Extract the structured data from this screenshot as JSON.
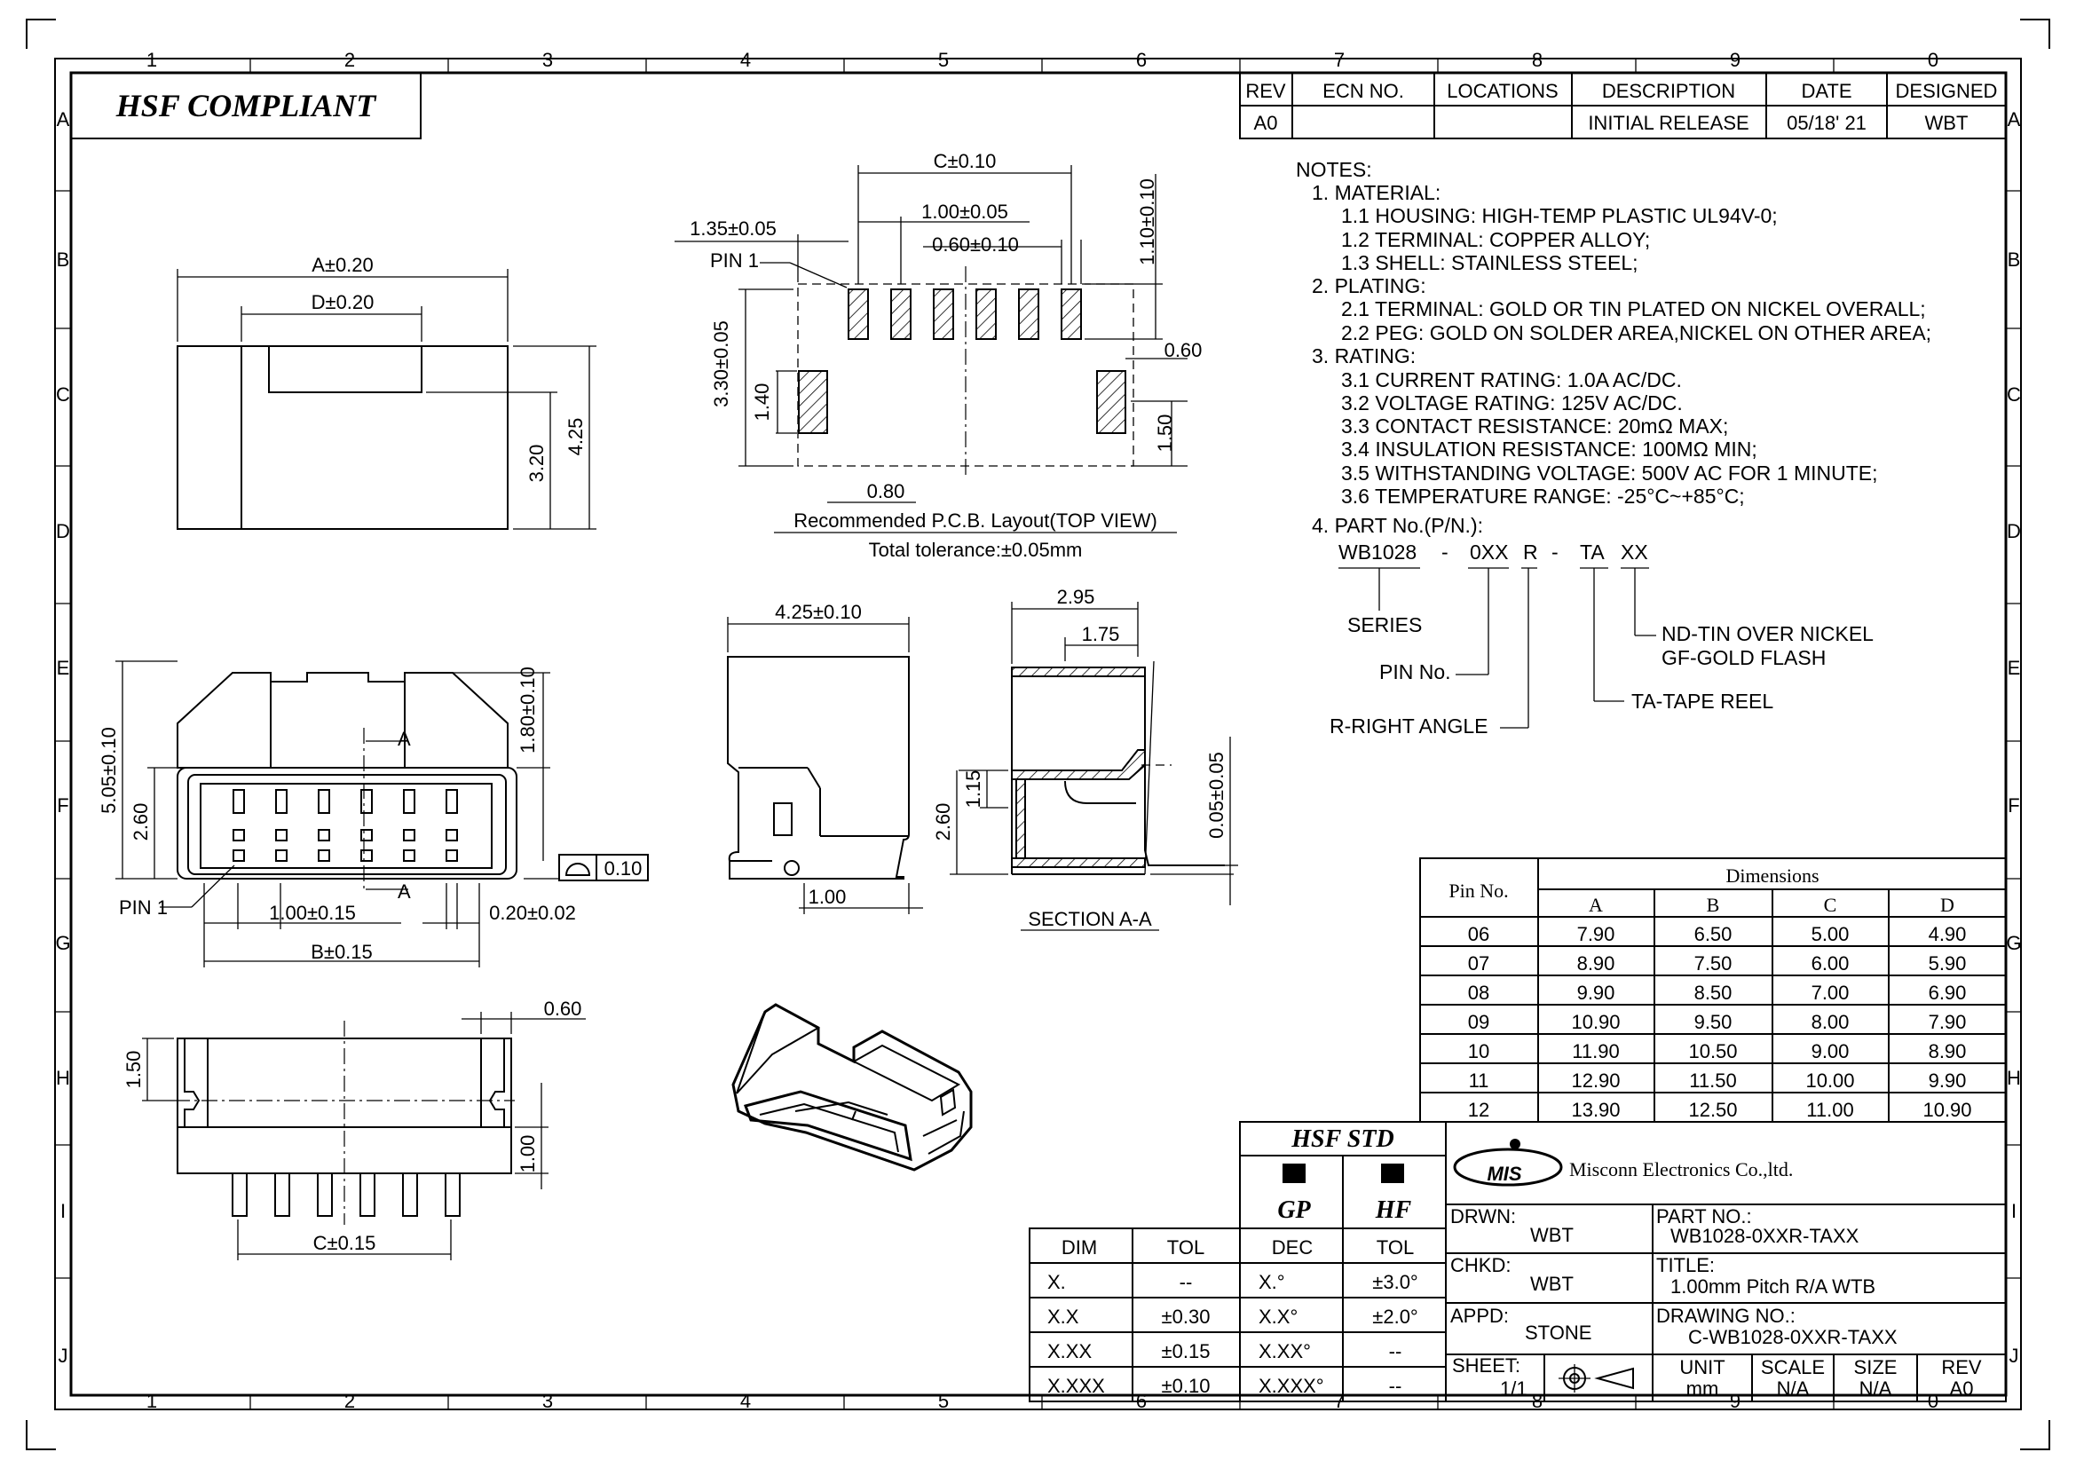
{
  "border": {
    "columns": [
      "1",
      "2",
      "3",
      "4",
      "5",
      "6",
      "7",
      "8",
      "9",
      "0"
    ],
    "rows": [
      "A",
      "B",
      "C",
      "D",
      "E",
      "F",
      "G",
      "H",
      "I",
      "J"
    ]
  },
  "badge": "HSF COMPLIANT",
  "revision_table": {
    "headers": [
      "REV",
      "ECN NO.",
      "LOCATIONS",
      "DESCRIPTION",
      "DATE",
      "DESIGNED"
    ],
    "rows": [
      [
        "A0",
        "",
        "",
        "INITIAL RELEASE",
        "05/18' 21",
        "WBT"
      ]
    ]
  },
  "notes": {
    "title": "NOTES:",
    "lines": [
      "1. MATERIAL:",
      "1.1 HOUSING: HIGH-TEMP PLASTIC UL94V-0;",
      "1.2 TERMINAL: COPPER ALLOY;",
      "1.3 SHELL: STAINLESS STEEL;",
      "2. PLATING:",
      "2.1 TERMINAL: GOLD OR TIN PLATED ON NICKEL OVERALL;",
      "2.2 PEG: GOLD ON SOLDER AREA,NICKEL ON OTHER AREA;",
      "3. RATING:",
      "3.1 CURRENT RATING: 1.0A AC/DC.",
      "3.2 VOLTAGE RATING: 125V AC/DC.",
      "3.3 CONTACT RESISTANCE: 20mΩ MAX;",
      "3.4 INSULATION RESISTANCE: 100MΩ MIN;",
      "3.5 WITHSTANDING VOLTAGE: 500V AC FOR 1 MINUTE;",
      "3.6 TEMPERATURE RANGE: -25°C~+85°C;",
      "4. PART No.(P/N.):"
    ]
  },
  "part_code": {
    "series": "WB1028",
    "dash1": "-",
    "pins": "0XX",
    "angle": "R",
    "dash2": "-",
    "pack": "TA",
    "plating": "XX",
    "labels": {
      "series": "SERIES",
      "pins": "PIN No.",
      "angle": "R-RIGHT ANGLE",
      "pack": "TA-TAPE REEL",
      "plating1": "ND-TIN OVER NICKEL",
      "plating2": "GF-GOLD FLASH"
    }
  },
  "dims": {
    "top_a": "A±0.20",
    "top_d": "D±0.20",
    "top_320": "3.20",
    "top_425": "4.25",
    "pcb_c": "C±0.10",
    "pcb_100": "1.00±0.05",
    "pcb_060": "0.60±0.10",
    "pcb_135": "1.35±0.05",
    "pcb_pin1": "PIN 1",
    "pcb_110": "1.10±0.10",
    "pcb_330": "3.30±0.05",
    "pcb_140": "1.40",
    "pcb_060b": "0.60",
    "pcb_150": "1.50",
    "pcb_080": "0.80",
    "pcb_title": "Recommended P.C.B. Layout(TOP VIEW)",
    "pcb_tol": "Total tolerance:±0.05mm",
    "front_505": "5.05±0.10",
    "front_260": "2.60",
    "front_180": "1.80±0.10",
    "front_a1": "A",
    "front_a2": "A",
    "front_pin1": "PIN 1",
    "front_100": "1.00±0.15",
    "front_020": "0.20±0.02",
    "front_b": "B±0.15",
    "flat_tol": "0.10",
    "side_425": "4.25±0.10",
    "side_100": "1.00",
    "sec_295": "2.95",
    "sec_175": "1.75",
    "sec_260": "2.60",
    "sec_115": "1.15",
    "sec_005": "0.05±0.05",
    "sec_title": "SECTION A-A",
    "bot_060": "0.60",
    "bot_150": "1.50",
    "bot_100": "1.00",
    "bot_c": "C±0.15"
  },
  "dim_table": {
    "pin_header": "Pin No.",
    "group_header": "Dimensions",
    "cols": [
      "A",
      "B",
      "C",
      "D"
    ],
    "rows": [
      [
        "06",
        "7.90",
        "6.50",
        "5.00",
        "4.90"
      ],
      [
        "07",
        "8.90",
        "7.50",
        "6.00",
        "5.90"
      ],
      [
        "08",
        "9.90",
        "8.50",
        "7.00",
        "6.90"
      ],
      [
        "09",
        "10.90",
        "9.50",
        "8.00",
        "7.90"
      ],
      [
        "10",
        "11.90",
        "10.50",
        "9.00",
        "8.90"
      ],
      [
        "11",
        "12.90",
        "11.50",
        "10.00",
        "9.90"
      ],
      [
        "12",
        "13.90",
        "12.50",
        "11.00",
        "10.90"
      ]
    ]
  },
  "tolerance_table": {
    "headers": [
      "DIM",
      "TOL",
      "DEC",
      "TOL"
    ],
    "rows": [
      [
        "X.",
        "--",
        "X.°",
        "±3.0°"
      ],
      [
        "X.X",
        "±0.30",
        "X.X°",
        "±2.0°"
      ],
      [
        "X.XX",
        "±0.15",
        "X.XX°",
        "--"
      ],
      [
        "X.XXX",
        "±0.10",
        "X.XXX°",
        "--"
      ]
    ]
  },
  "hsf_std": {
    "title": "HSF STD",
    "gp": "GP",
    "hf": "HF"
  },
  "title_block": {
    "logo": "MIS",
    "company": "Misconn Electronics Co.,ltd.",
    "drwn_label": "DRWN:",
    "drwn": "WBT",
    "chkd_label": "CHKD:",
    "chkd": "WBT",
    "appd_label": "APPD:",
    "appd": "STONE",
    "part_label": "PART NO.:",
    "part": "WB1028-0XXR-TAXX",
    "title_label": "TITLE:",
    "title": "1.00mm Pitch R/A WTB",
    "dwg_label": "DRAWING NO.:",
    "dwg": "C-WB1028-0XXR-TAXX",
    "sheet_label": "SHEET:",
    "sheet": "1/1",
    "unit_label": "UNIT",
    "unit": "mm",
    "scale_label": "SCALE",
    "scale": "N/A",
    "size_label": "SIZE",
    "size": "N/A",
    "rev_label": "REV",
    "rev": "A0"
  }
}
